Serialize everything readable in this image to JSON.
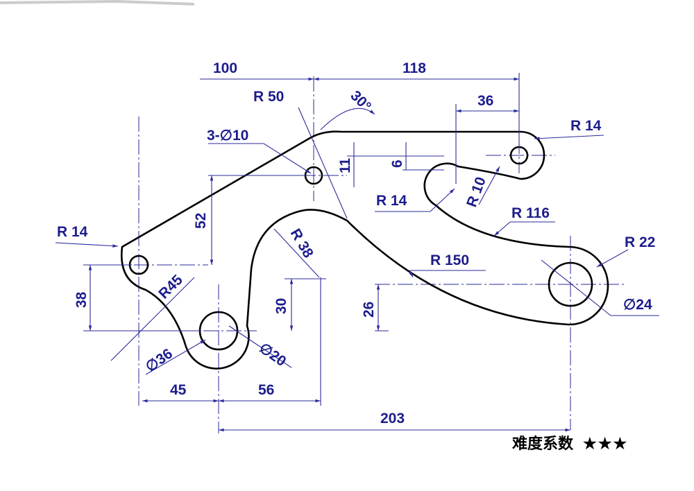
{
  "dimensions": {
    "d100": "100",
    "d118": "118",
    "d36": "36",
    "r50": "R 50",
    "angle30": "30°",
    "holes3": "3-∅10",
    "r14_right": "R 14",
    "d11": "11",
    "d6": "6",
    "r14_slot": "R 14",
    "r10": "R 10",
    "r116": "R 116",
    "r14_left": "R 14",
    "d52": "52",
    "r38": "R 38",
    "r150": "R 150",
    "r22": "R 22",
    "dia24": "∅24",
    "d38": "38",
    "r45": "R45",
    "d30": "30",
    "d26": "26",
    "dia36": "∅36",
    "dia20": "∅20",
    "d45": "45",
    "d56": "56",
    "d203": "203"
  },
  "difficulty": {
    "label": "难度系数",
    "stars": "★★★"
  }
}
